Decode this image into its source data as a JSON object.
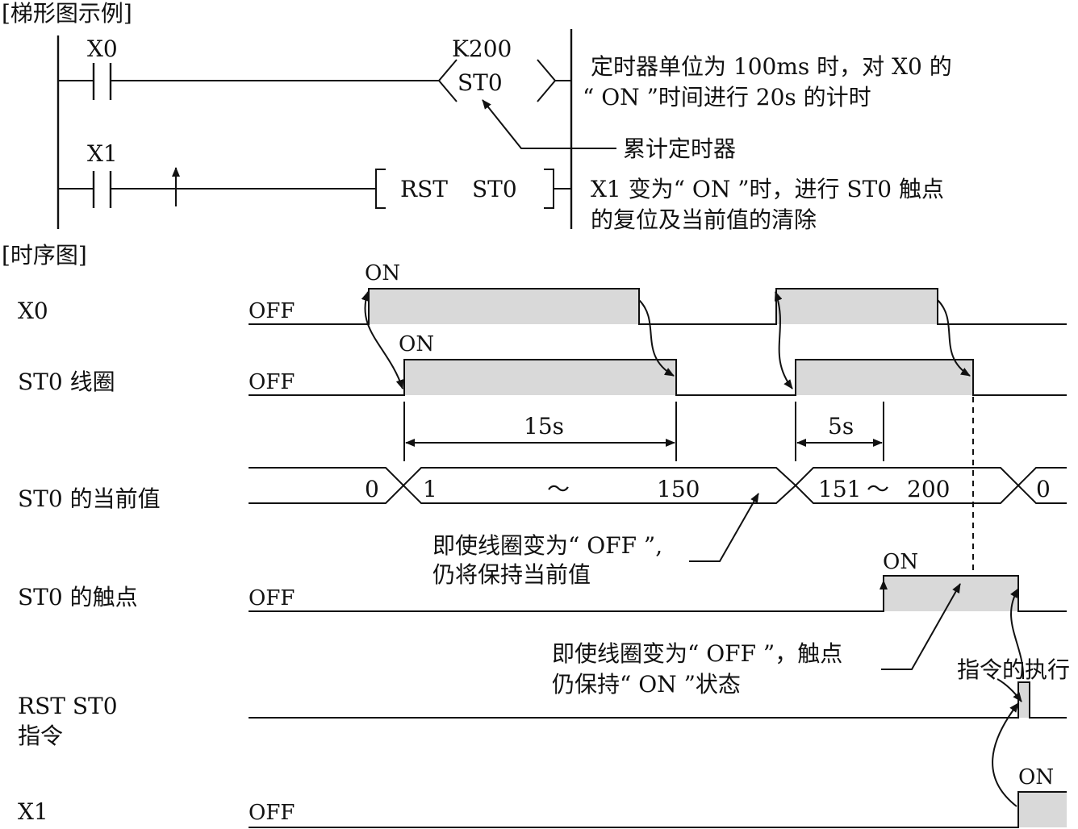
{
  "headers": {
    "ladder_example": "[梯形图示例]",
    "timing_chart": "[时序图]"
  },
  "ladder": {
    "contact_x0": "X0",
    "contact_x1": "X1",
    "timer_k": "K200",
    "timer_name": "ST0",
    "rst_cmd": "RST",
    "rst_target": "ST0",
    "note_timer_line1": "定时器单位为 100ms 时，对 X0 的",
    "note_timer_line2": "“ ON ”时间进行 20s 的计时",
    "note_accum": "累计定时器",
    "note_x1_line1": "X1 变为“ ON ”时，进行 ST0 触点",
    "note_x1_line2": "的复位及当前值的清除"
  },
  "timing": {
    "rows": {
      "x0": "X0",
      "st0_coil": "ST0 线圈",
      "st0_value": "ST0 的当前值",
      "st0_contact": "ST0 的触点",
      "rst_line1": "RST ST0",
      "rst_line2": "指令",
      "x1": "X1"
    },
    "off": "OFF",
    "on": "ON",
    "values": {
      "zero_start": "0",
      "one": "1",
      "tilde1": "～",
      "v150": "150",
      "v151": "151",
      "tilde2": "～",
      "v200": "200",
      "zero_end": "0"
    },
    "durations": {
      "first": "15s",
      "second": "5s"
    },
    "notes": {
      "hold_value_line1": "即使线圈变为“ OFF ”,",
      "hold_value_line2": "仍将保持当前值",
      "hold_contact_line1": "即使线圈变为“ OFF ”，触点",
      "hold_contact_line2": "仍保持“ ON ”状态",
      "exec": "指令的执行"
    }
  }
}
